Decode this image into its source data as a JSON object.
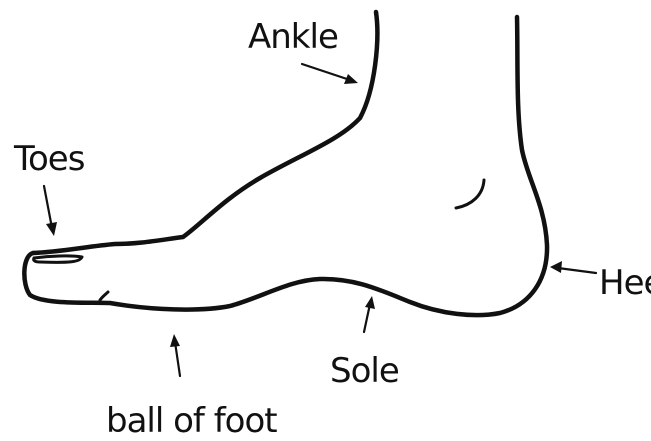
{
  "labels": {
    "ankle": "Ankle",
    "toes": "Toes",
    "heel": "Heel",
    "sole": "Sole",
    "ball_of_foot": "ball of foot"
  },
  "colors": {
    "ink": "#111111",
    "background": "#ffffff"
  }
}
